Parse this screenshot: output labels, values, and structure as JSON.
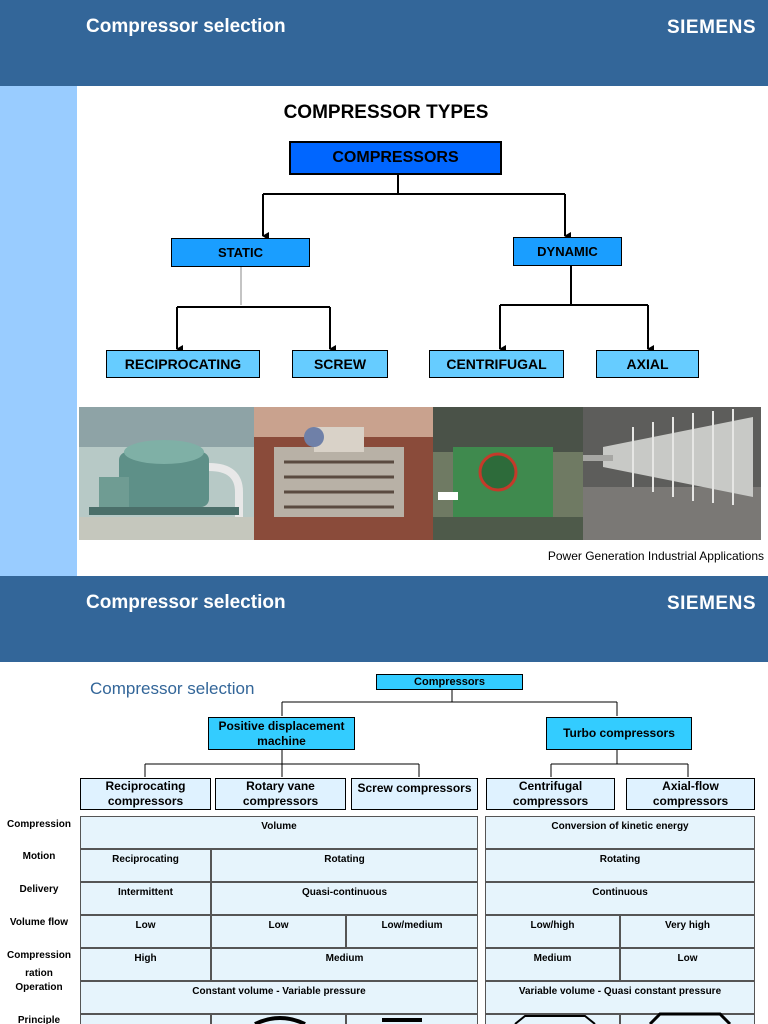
{
  "slide1": {
    "header_title": "Compressor selection",
    "logo": "SIEMENS",
    "heading": "COMPRESSOR TYPES",
    "tree": {
      "root": "COMPRESSORS",
      "static": "STATIC",
      "dynamic": "DYNAMIC",
      "reciprocating": "RECIPROCATING",
      "screw": "SCREW",
      "centrifugal": "CENTRIFUGAL",
      "axial": "AXIAL"
    },
    "caption": "Power Generation Industrial Applications",
    "colors": {
      "header": "#336699",
      "sidebar": "#99ccff",
      "root": "#0066ff",
      "mid": "#1a9eff",
      "leaf": "#66ccff"
    }
  },
  "slide2": {
    "header_title": "Compressor selection",
    "logo": "SIEMENS",
    "subtitle": "Compressor selection",
    "top": "Compressors",
    "positive": "Positive displacement machine",
    "turbo": "Turbo compressors",
    "categories": {
      "reciprocating": "Reciprocating compressors",
      "rotary": "Rotary vane compressors",
      "screw": "Screw compressors",
      "centrifugal": "Centrifugal compressors",
      "axial": "Axial-flow compressors"
    },
    "rows": {
      "compression": {
        "label": "Compression",
        "pd": "Volume",
        "turbo": "Conversion of kinetic energy"
      },
      "motion": {
        "label": "Motion",
        "recip": "Reciprocating",
        "rot": "Rotating",
        "turbo": "Rotating"
      },
      "delivery": {
        "label": "Delivery",
        "recip": "Intermittent",
        "rot": "Quasi-continuous",
        "turbo": "Continuous"
      },
      "volume": {
        "label": "Volume flow",
        "recip": "Low",
        "rotary": "Low",
        "screw": "Low/medium",
        "centrifugal": "Low/high",
        "axial": "Very high"
      },
      "ratio": {
        "label": "Compression ration",
        "recip": "High",
        "rot": "Medium",
        "centrifugal": "Medium",
        "axial": "Low"
      },
      "operation": {
        "label": "Operation",
        "pd": "Constant volume - Variable pressure",
        "turbo": "Variable volume - Quasi constant pressure"
      },
      "principle": {
        "label": "Principle"
      }
    }
  }
}
